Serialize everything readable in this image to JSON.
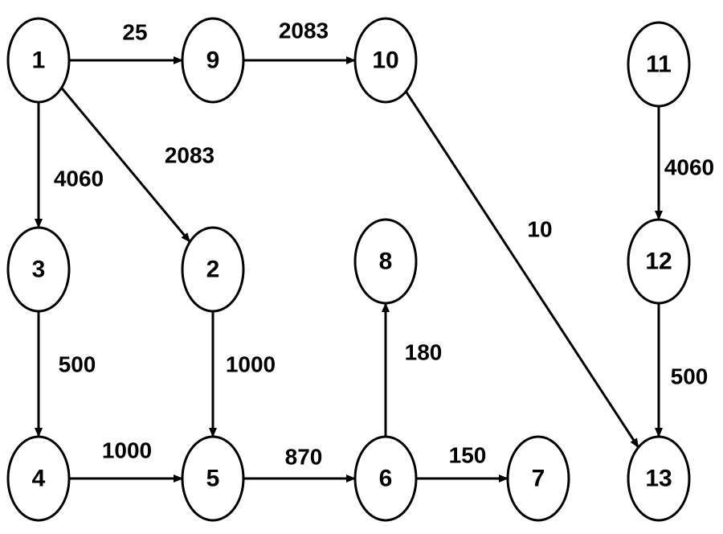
{
  "nodes": [
    {
      "id": "1",
      "label": "1"
    },
    {
      "id": "9",
      "label": "9"
    },
    {
      "id": "10",
      "label": "10"
    },
    {
      "id": "11",
      "label": "11"
    },
    {
      "id": "3",
      "label": "3"
    },
    {
      "id": "2",
      "label": "2"
    },
    {
      "id": "8",
      "label": "8"
    },
    {
      "id": "12",
      "label": "12"
    },
    {
      "id": "4",
      "label": "4"
    },
    {
      "id": "5",
      "label": "5"
    },
    {
      "id": "6",
      "label": "6"
    },
    {
      "id": "7",
      "label": "7"
    },
    {
      "id": "13",
      "label": "13"
    }
  ],
  "edges": [
    {
      "from": "1",
      "to": "9",
      "label": "25"
    },
    {
      "from": "9",
      "to": "10",
      "label": "2083"
    },
    {
      "from": "1",
      "to": "3",
      "label": "4060"
    },
    {
      "from": "1",
      "to": "2",
      "label": "2083"
    },
    {
      "from": "10",
      "to": "13",
      "label": "10"
    },
    {
      "from": "11",
      "to": "12",
      "label": "4060"
    },
    {
      "from": "3",
      "to": "4",
      "label": "500"
    },
    {
      "from": "2",
      "to": "5",
      "label": "1000"
    },
    {
      "from": "6",
      "to": "8",
      "label": "180"
    },
    {
      "from": "12",
      "to": "13",
      "label": "500"
    },
    {
      "from": "4",
      "to": "5",
      "label": "1000"
    },
    {
      "from": "5",
      "to": "6",
      "label": "870"
    },
    {
      "from": "6",
      "to": "7",
      "label": "150"
    }
  ],
  "colors": {
    "stroke": "#000000",
    "node_fill": "#ffffff",
    "text": "#000000"
  }
}
